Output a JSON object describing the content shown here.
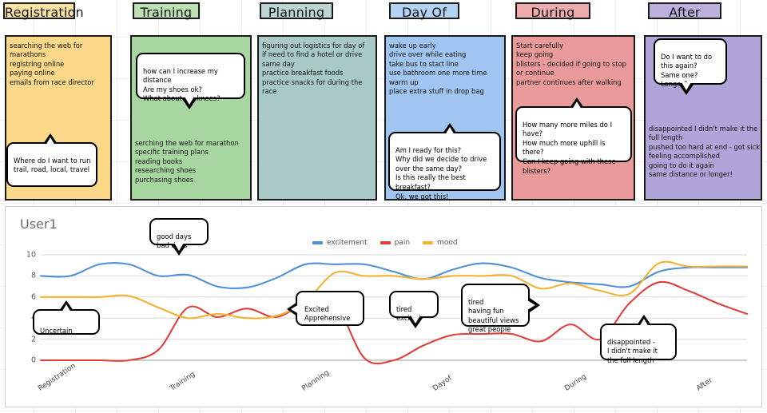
{
  "journey": {
    "stages": [
      {
        "name": "Registration",
        "color": "#fbd88a",
        "chip_color": "#fbe3a6",
        "actions": "searching the web for marathons\nregistring online\npaying online\nemails from race director",
        "bubbles": [
          {
            "text": "Where do I want to run\ntrail, road, local, travel",
            "tail": "up"
          }
        ]
      },
      {
        "name": "Training",
        "color": "#a8d6a0",
        "chip_color": "#bde0b3",
        "actions": "serching the web for marathon\nspecific training plans\nreading books\nresearching shoes\npurchasing shoes",
        "bubbles": [
          {
            "text": "how can I increase my distance\nAre my shoes ok?\nWhat about my knees?",
            "tail": "down"
          }
        ]
      },
      {
        "name": "Planning",
        "color": "#a9c9c7",
        "chip_color": "#bcd6d4",
        "actions": "figuring out logistics for day of\nif need to find a hotel or drive same day\npractice breakfast foods\npractice snacks for during the race",
        "bubbles": []
      },
      {
        "name": "Day Of",
        "color": "#9fc5f0",
        "chip_color": "#b4d2f3",
        "actions": "wake up early\ndrive over while eating\ntake bus to start line\nuse bathroom one more time\nwarm up\nplace extra stuff in drop bag",
        "bubbles": [
          {
            "text": "Am I ready for this?\nWhy did we decide to drive over the same day?\nIs this really the best breakfast?\nOk, we got this!",
            "tail": "up"
          }
        ]
      },
      {
        "name": "During",
        "color": "#ea9a9a",
        "chip_color": "#eeabab",
        "actions": "Start carefully\nkeep going\nblisters - decided if going to stop or continue\npartner continues after walking",
        "bubbles": [
          {
            "text": "How many more miles do I have?\nHow much more uphill is there?\nCan I keep going with these blisters?",
            "tail": "up"
          }
        ]
      },
      {
        "name": "After",
        "color": "#b0a5d8",
        "chip_color": "#bbb0de",
        "actions": "disappointed I didn't make it the full length\npushed too hard at end - got sick\nfeeling accomplished\ngoing to do it again\nsame distance or longer!",
        "bubbles": [
          {
            "text": "Do I want to do this again?\nSame one?\nLonger?",
            "tail": "down"
          }
        ]
      }
    ]
  },
  "chart_data": {
    "type": "line",
    "title": "User1",
    "xlabel": "",
    "ylabel": "",
    "ylim": [
      0,
      10
    ],
    "yticks": [
      0,
      2,
      4,
      6,
      8,
      10
    ],
    "grid": true,
    "legend_position": "top-center",
    "categories": [
      "Registration",
      "Training",
      "Planning",
      "Dayof",
      "During",
      "After"
    ],
    "series": [
      {
        "name": "excitement",
        "color": "#4f90d8",
        "values": [
          8.0,
          8.0,
          9.1,
          9.1,
          8.0,
          8.1,
          7.0,
          6.9,
          7.8,
          9.1,
          9.1,
          9.1,
          8.4,
          7.7,
          8.6,
          9.2,
          8.8,
          7.8,
          7.4,
          7.2,
          7.0,
          8.4,
          8.8,
          8.8,
          8.8
        ]
      },
      {
        "name": "pain",
        "color": "#e0403c",
        "values": [
          0.0,
          0.0,
          0.0,
          0.0,
          1.0,
          5.0,
          4.1,
          4.9,
          4.1,
          5.4,
          5.4,
          0.2,
          0.0,
          1.4,
          2.4,
          2.5,
          2.5,
          1.8,
          3.4,
          2.0,
          5.4,
          7.4,
          6.6,
          5.4,
          4.4
        ]
      },
      {
        "name": "mood",
        "color": "#f2b233",
        "values": [
          6.0,
          6.0,
          6.0,
          6.1,
          5.0,
          4.0,
          4.4,
          4.0,
          4.2,
          5.6,
          8.3,
          8.0,
          8.0,
          7.7,
          8.0,
          8.0,
          8.0,
          6.8,
          7.3,
          6.6,
          6.3,
          9.2,
          8.9,
          8.9,
          8.9
        ]
      }
    ],
    "annotations": [
      {
        "text": "good days\nbad days",
        "tail": "down"
      },
      {
        "text": "Uncertain",
        "tail": "up"
      },
      {
        "text": "Excited\nApprehensive",
        "tail": "left"
      },
      {
        "text": "tired\nexcited",
        "tail": "down"
      },
      {
        "text": "tired\nhaving fun\nbeautiful views\ngreat people",
        "tail": "right"
      },
      {
        "text": "disappointed -\nI didn't make it\nthe full length",
        "tail": "up"
      }
    ]
  }
}
